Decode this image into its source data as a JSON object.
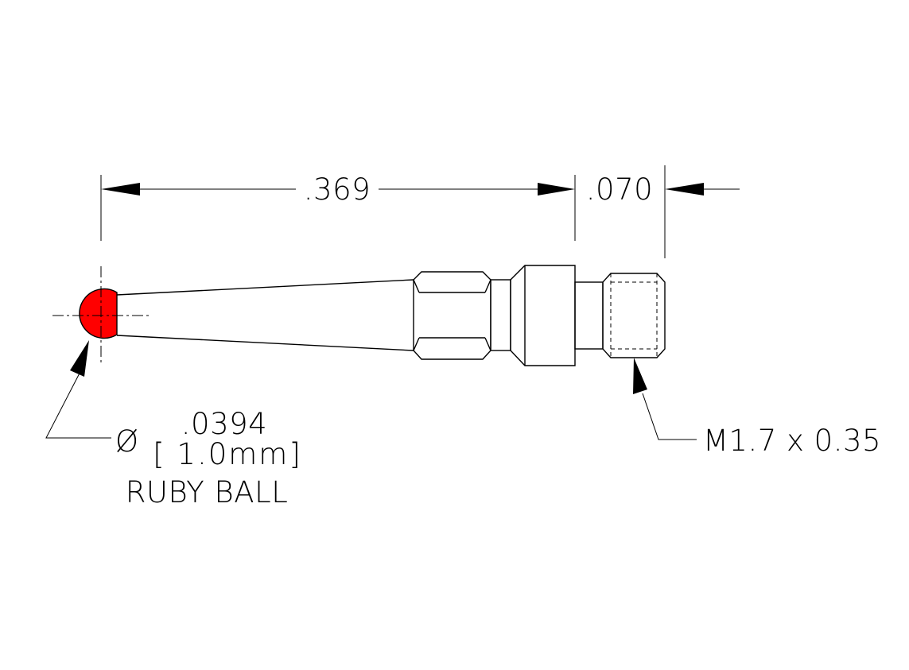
{
  "dimensions": {
    "length": ".369",
    "thread_length": ".070"
  },
  "ball_callout": {
    "symbol": "Ø",
    "inch": ".0394",
    "metric": "[ 1.0mm]",
    "description": "RUBY BALL"
  },
  "thread_callout": {
    "label": "M1.7 x 0.35"
  },
  "colors": {
    "ball": "#ff0000",
    "line": "#000000"
  }
}
